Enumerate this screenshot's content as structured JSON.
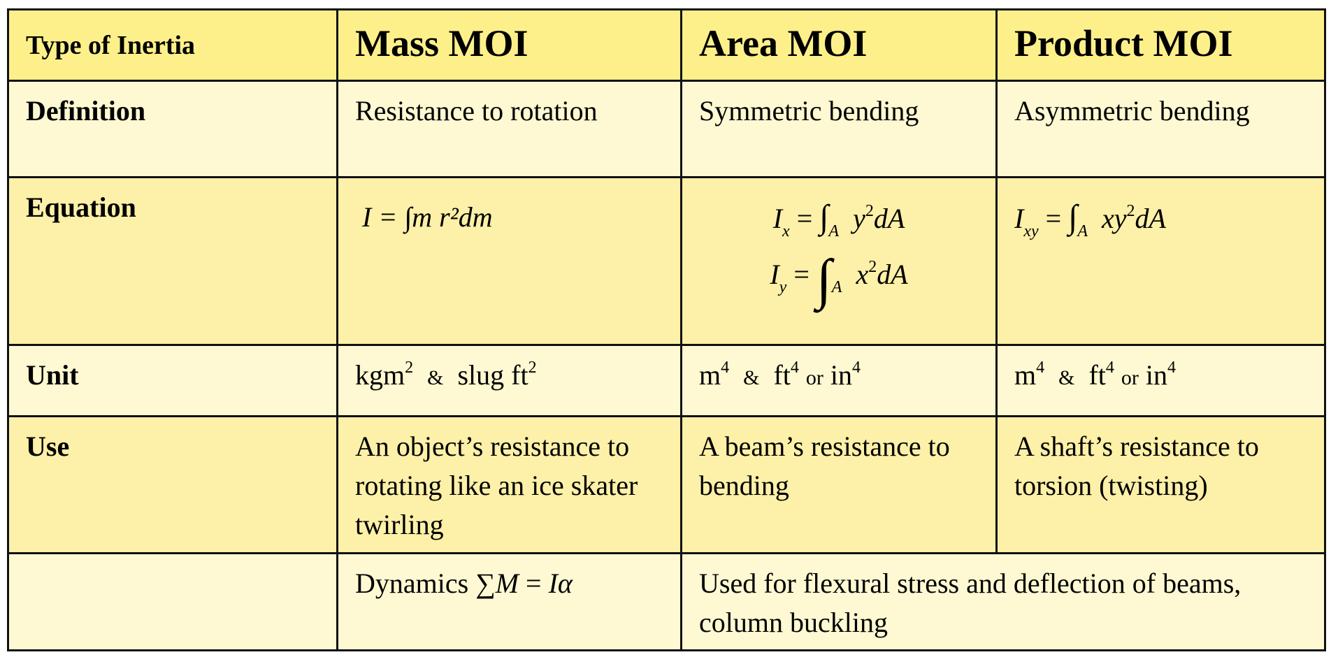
{
  "header": {
    "row_label": "Type of  Inertia",
    "columns": [
      "Mass MOI",
      "Area MOI",
      "Product MOI"
    ]
  },
  "rows": {
    "definition": {
      "label": "Definition",
      "mass": "Resistance to rotation",
      "area": "Symmetric bending",
      "product": "Asymmetric bending"
    },
    "equation": {
      "label": "Equation",
      "mass": "I = ∫m r²dm",
      "area_x": "Ix = ∫A y²dA",
      "area_y": "Iy = ∫A x²dA",
      "product": "Ixy = ∫A xy²dA"
    },
    "unit": {
      "label": "Unit",
      "mass": "kgm² & slug ft²",
      "area": "m⁴ & ft⁴ or in⁴",
      "product": "m⁴ & ft⁴ or in⁴"
    },
    "use": {
      "label": "Use",
      "mass": "An object’s resistance to rotating like an ice skater twirling",
      "area": "A beam’s resistance to bending",
      "product": "A shaft’s resistance to torsion (twisting)"
    },
    "application": {
      "label": "",
      "mass": "Dynamics ∑M = Iα",
      "area_product": "Used for flexural stress and deflection of beams, column buckling"
    }
  },
  "colors": {
    "header_bg": "#fdf08a",
    "light_row_bg": "#fef9d2",
    "dark_row_bg": "#fdf0a8",
    "border": "#111111"
  }
}
